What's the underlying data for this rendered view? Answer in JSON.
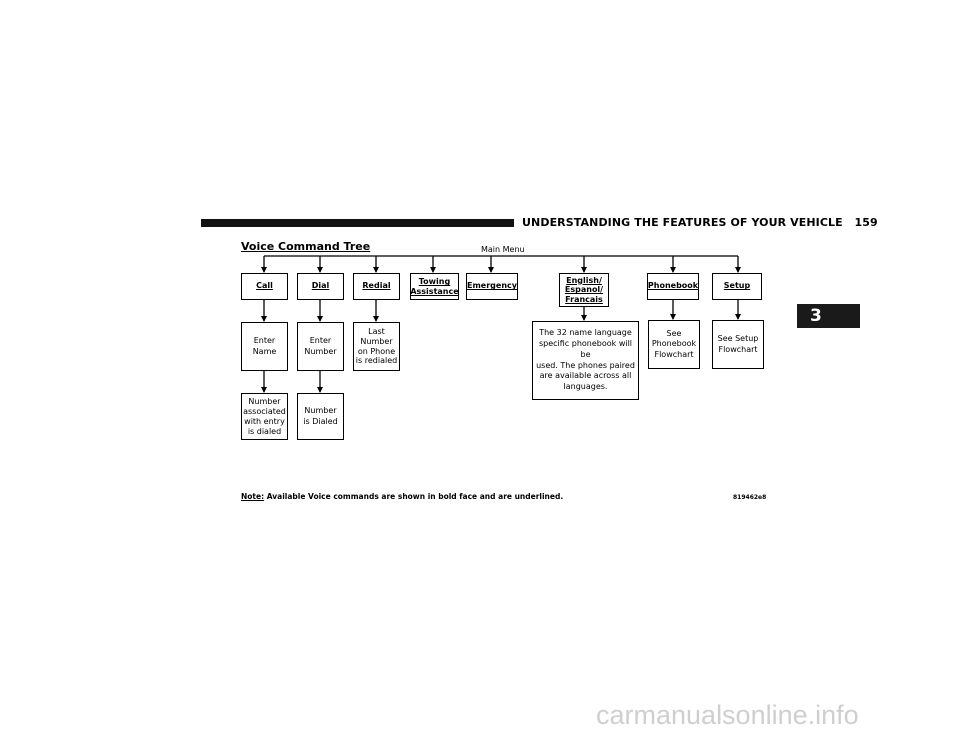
{
  "header": {
    "section_title": "UNDERSTANDING THE FEATURES OF YOUR VEHICLE",
    "page_number": "159",
    "chapter_tab": "3"
  },
  "diagram": {
    "title": "Voice Command Tree",
    "root_label": "Main Menu",
    "commands": {
      "call": "Call",
      "dial": "Dial",
      "redial": "Redial",
      "towing": "Towing\nAssistance",
      "emergency": "Emergency",
      "language": "English/\nEspanol/\nFrancais",
      "phonebook": "Phonebook",
      "setup": "Setup"
    },
    "results": {
      "call_1": "Enter\nName",
      "call_2": "Number\nassociated\nwith entry\nis dialed",
      "dial_1": "Enter\nNumber",
      "dial_2": "Number\nis Dialed",
      "redial_1": "Last\nNumber\non Phone\nis redialed",
      "language_1": "The 32 name language\nspecific phonebook will be\nused. The phones paired\nare available across all\nlanguages.",
      "phonebook_1": "See\nPhonebook\nFlowchart",
      "setup_1": "See Setup\nFlowchart"
    },
    "note_label": "Note:",
    "note_text": "Available Voice commands are shown in bold face and are underlined.",
    "figure_code": "819462e8"
  },
  "watermark": "carmanualsonline.info"
}
